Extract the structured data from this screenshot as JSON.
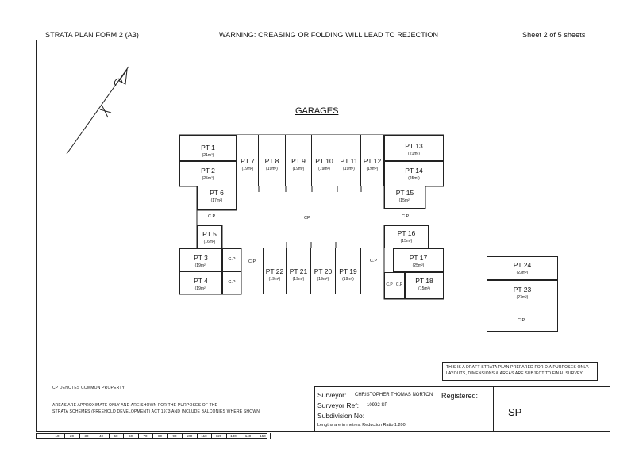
{
  "header": {
    "form": "STRATA PLAN FORM 2 (A3)",
    "warning": "WARNING: CREASING OR FOLDING WILL LEAD TO REJECTION",
    "sheet": "Sheet 2 of 5 sheets"
  },
  "plan": {
    "title": "GARAGES",
    "lots": [
      {
        "id": "PT 1",
        "area": "(21m²)"
      },
      {
        "id": "PT 2",
        "area": "(25m²)"
      },
      {
        "id": "PT 3",
        "area": "(19m²)"
      },
      {
        "id": "PT 4",
        "area": "(19m²)"
      },
      {
        "id": "PT 5",
        "area": "(16m²)"
      },
      {
        "id": "PT 6",
        "area": "(17m²)"
      },
      {
        "id": "PT 7",
        "area": "(19m²)"
      },
      {
        "id": "PT 8",
        "area": "(19m²)"
      },
      {
        "id": "PT 9",
        "area": "(19m²)"
      },
      {
        "id": "PT 10",
        "area": "(19m²)"
      },
      {
        "id": "PT 11",
        "area": "(19m²)"
      },
      {
        "id": "PT 12",
        "area": "(19m²)"
      },
      {
        "id": "PT 13",
        "area": "(21m²)"
      },
      {
        "id": "PT 14",
        "area": "(25m²)"
      },
      {
        "id": "PT 15",
        "area": "(15m²)"
      },
      {
        "id": "PT 16",
        "area": "(15m²)"
      },
      {
        "id": "PT 17",
        "area": "(25m²)"
      },
      {
        "id": "PT 18",
        "area": "(15m²)"
      },
      {
        "id": "PT 19",
        "area": "(19m²)"
      },
      {
        "id": "PT 20",
        "area": "(19m²)"
      },
      {
        "id": "PT 21",
        "area": "(19m²)"
      },
      {
        "id": "PT 22",
        "area": "(19m²)"
      },
      {
        "id": "PT 23",
        "area": "(23m²)"
      },
      {
        "id": "PT 24",
        "area": "(23m²)"
      }
    ],
    "cp_label": "C.P",
    "cp_alt": "CP"
  },
  "notes": {
    "draft": "THIS IS A DRAFT STRATA PLAN PREPARED FOR D.A PURPOSES ONLY. LAYOUTS, DIMENSIONS & AREAS ARE SUBJECT TO FINAL SURVEY",
    "cp_denotes": "CP DENOTES COMMON PROPERTY",
    "areas_1": "AREAS ARE APPROXIMATE ONLY AND ARE SHOWN FOR THE PURPOSES OF THE",
    "areas_2": "STRATA SCHEMES (FREEHOLD DEVELOPMENT) ACT 1973 AND INCLUDE BALCONIES WHERE SHOWN"
  },
  "title_block": {
    "surveyor_label": "Surveyor:",
    "surveyor": "CHRISTOPHER THOMAS NORTON",
    "ref_label": "Surveyor Ref:",
    "ref": "10992 SP",
    "subdivision_label": "Subdivision No:",
    "lengths": "Lengths are in metres. Reduction Ratio 1:200",
    "registered_label": "Registered:",
    "sp": "SP"
  },
  "ruler": [
    "10",
    "20",
    "30",
    "40",
    "50",
    "60",
    "70",
    "80",
    "90",
    "100",
    "110",
    "120",
    "130",
    "140",
    "150"
  ]
}
